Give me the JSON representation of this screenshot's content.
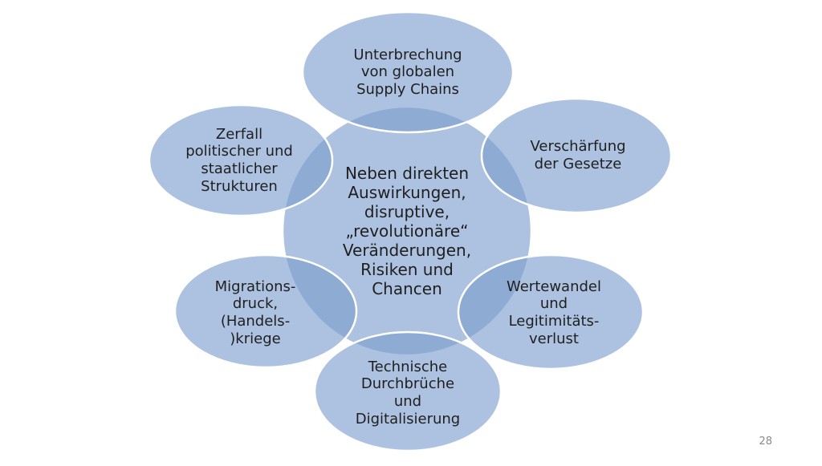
{
  "diagram": {
    "center": {
      "text": "Neben direkten\nAuswirkungen,\ndisruptive,\n„revolutionäre“\nVeränderungen,\nRisiken und\nChancen"
    },
    "nodes": {
      "top": "Unterbrechung\nvon globalen\nSupply Chains",
      "upper_right": "Verschärfung\nder Gesetze",
      "lower_right": "Wertewandel\nund\nLegitimitäts-\nverlust",
      "bottom": "Technische\nDurchbrüche\nund\nDigitalisierung",
      "lower_left": "Migrations-\ndruck,\n(Handels-\n)kriege",
      "upper_left": "Zerfall\npolitischer und\nstaatlicher\nStrukturen"
    },
    "colors": {
      "fill": "#7a9ccd",
      "stroke": "#ffffff"
    }
  },
  "footer": {
    "page_number": "28"
  }
}
